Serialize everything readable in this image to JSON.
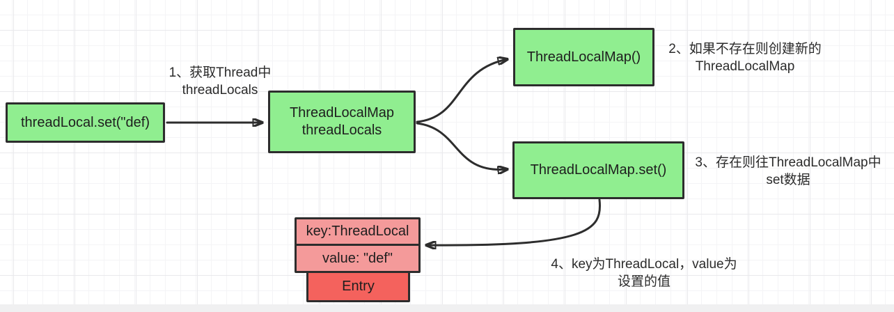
{
  "colors": {
    "node_green": "#90ee90",
    "node_pink": "#f49a9a",
    "node_red": "#f4625d",
    "border_and_arrow": "#2d2d2d",
    "canvas_background": "#ffffff",
    "grid_line": "#e9e9ec"
  },
  "nodes": {
    "set_call": {
      "label": "threadLocal.set(\"def)"
    },
    "thread_locals": {
      "line1": "ThreadLocalMap",
      "line2": "threadLocals"
    },
    "map_ctor": {
      "label": "ThreadLocalMap()"
    },
    "map_set": {
      "label": "ThreadLocalMap.set()"
    }
  },
  "entry": {
    "key": "key:ThreadLocal",
    "value": "value: \"def\"",
    "label": "Entry"
  },
  "annotations": {
    "a1": {
      "line1": "1、获取Thread中",
      "line2": "threadLocals"
    },
    "a2": {
      "line1": "2、如果不存在则创建新的",
      "line2": "ThreadLocalMap"
    },
    "a3": {
      "line1": "3、存在则往ThreadLocalMap中",
      "line2": "set数据"
    },
    "a4": {
      "line1": "4、key为ThreadLocal，value为",
      "line2": "设置的值"
    }
  }
}
